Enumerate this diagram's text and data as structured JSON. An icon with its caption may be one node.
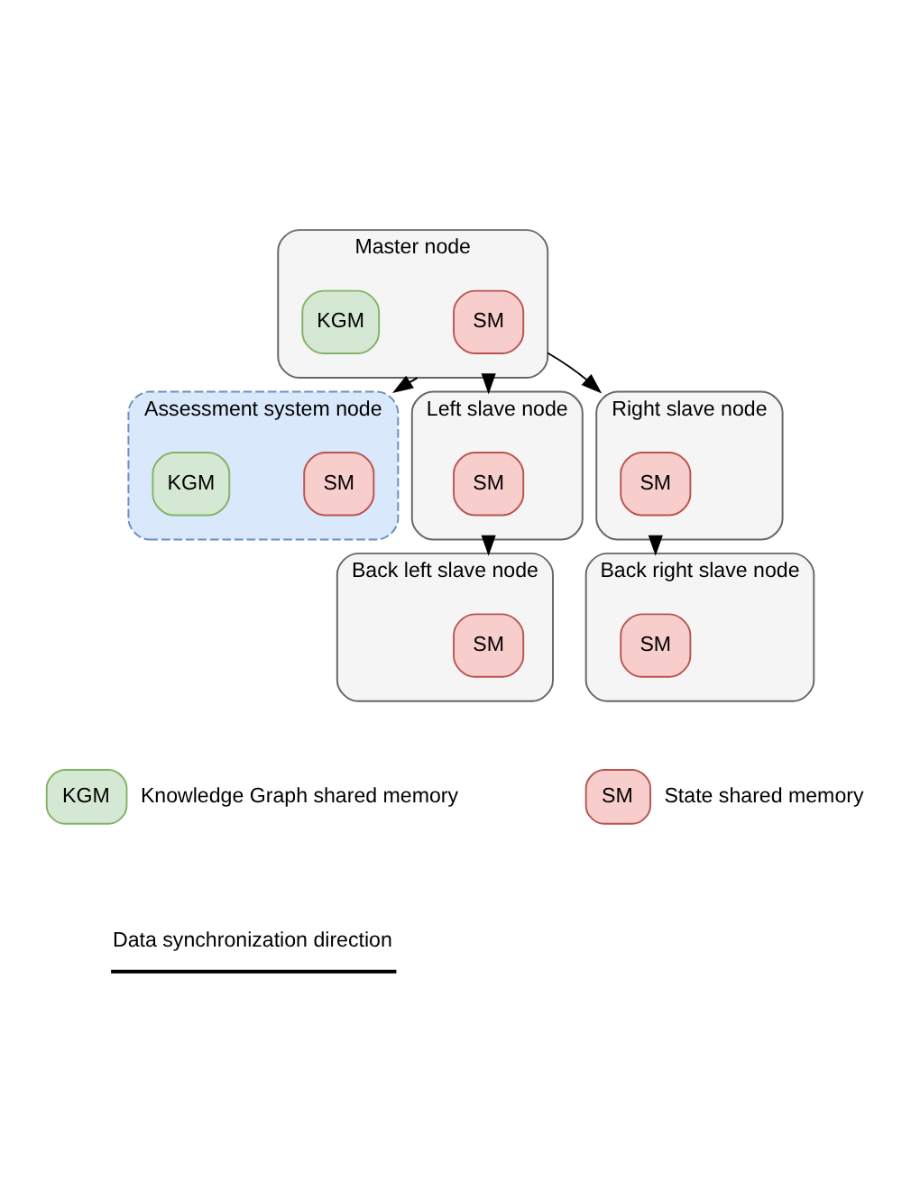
{
  "diagram": {
    "nodes": [
      {
        "text": [
          "Master node"
        ]
      },
      {
        "text": [
          "SM"
        ],
        "in": 0
      },
      {
        "text": [
          "KGM"
        ],
        "in": 0
      },
      {
        "text": [
          "Assessment system node"
        ]
      },
      {
        "text": [
          "SM"
        ],
        "in": 3
      },
      {
        "text": [
          "KGM"
        ],
        "in": 3
      },
      {
        "text": [
          "Left slave node"
        ]
      },
      {
        "text": [
          "SM"
        ],
        "in": 6
      },
      {
        "text": [
          "Right slave node"
        ]
      },
      {
        "text": [
          "SM"
        ],
        "in": 8
      },
      {
        "text": [
          "Back left slave node"
        ]
      },
      {
        "text": [
          "SM"
        ],
        "in": 10
      },
      {
        "text": [
          "Back right slave node"
        ]
      },
      {
        "text": [
          "SM"
        ],
        "in": 12
      },
      {
        "text": [
          "KGM"
        ],
        "beside": [
          "Knowledge Graph shared memory"
        ]
      },
      {
        "text": [
          "SM"
        ],
        "beside": [
          "State shared memory"
        ]
      }
    ],
    "edges": [
      {
        "from": 0,
        "to": 3,
        "arrow": "to"
      },
      {
        "from": 0,
        "to": 6,
        "arrow": "to"
      },
      {
        "from": 0,
        "to": 8,
        "arrow": "to"
      },
      {
        "from": 6,
        "to": 10,
        "arrow": "to"
      },
      {
        "from": 8,
        "to": 12,
        "arrow": "to"
      }
    ],
    "legend": [
      {
        "text": "Data synchronization direction"
      }
    ]
  }
}
